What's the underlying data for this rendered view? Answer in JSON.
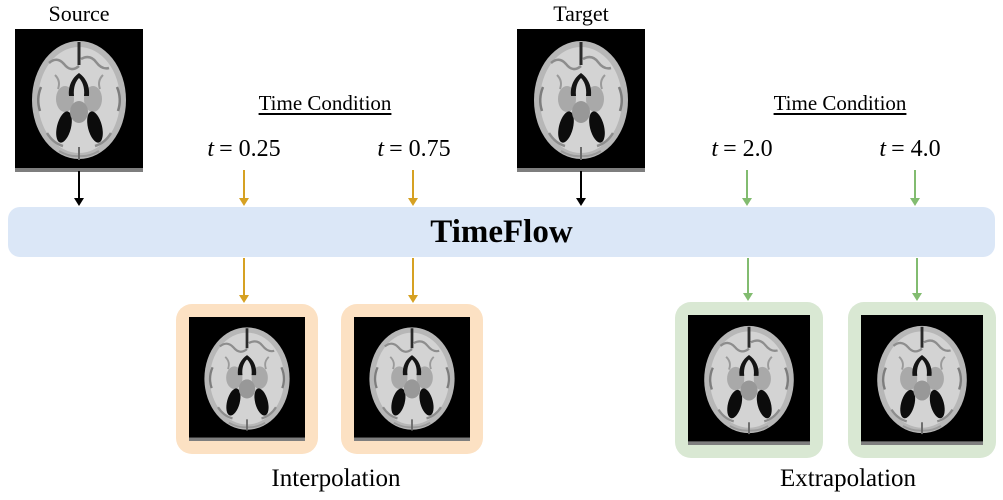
{
  "colors": {
    "bar_bg": "#dbe7f7",
    "interp_accent": "#d6a123",
    "interp_frame": "#fce1c3",
    "extrap_accent": "#82bc70",
    "extrap_frame": "#d9e8d3",
    "arrow_black": "#000000"
  },
  "inputs": {
    "source_label": "Source",
    "target_label": "Target"
  },
  "model": {
    "name": "TimeFlow"
  },
  "interpolation": {
    "heading": "Time Condition",
    "t1_symbol": "t",
    "t1_value": "= 0.25",
    "t2_symbol": "t",
    "t2_value": "= 0.75",
    "output_label": "Interpolation"
  },
  "extrapolation": {
    "heading": "Time Condition",
    "t1_symbol": "t",
    "t1_value": "= 2.0",
    "t2_symbol": "t",
    "t2_value": "= 4.0",
    "output_label": "Extrapolation"
  },
  "figures": {
    "brain_mri": "axial-brain-mri-slice"
  }
}
